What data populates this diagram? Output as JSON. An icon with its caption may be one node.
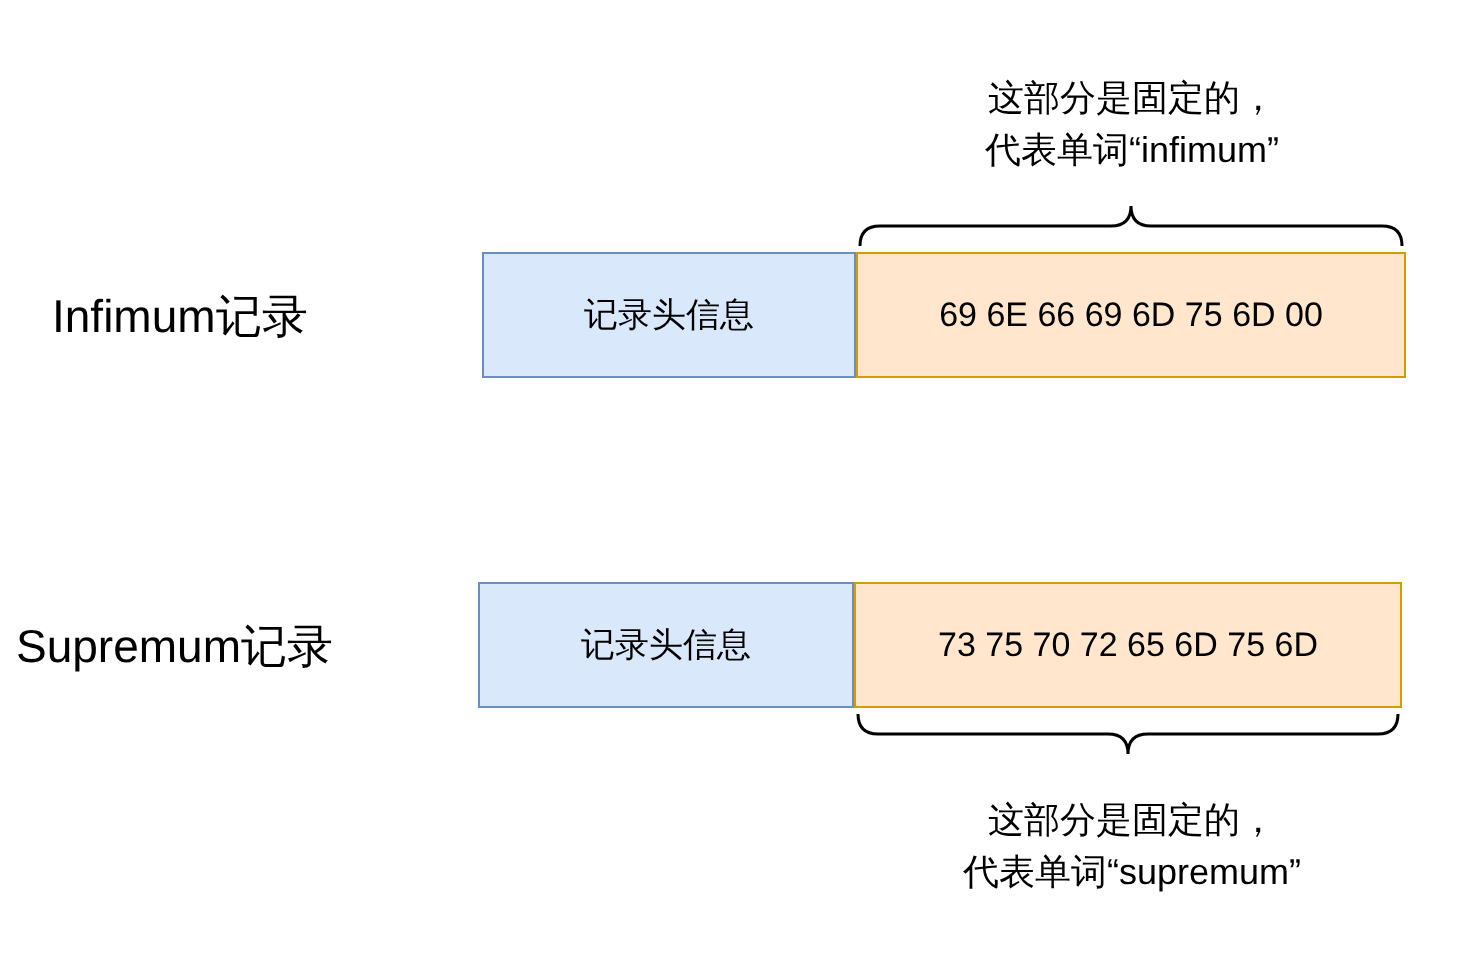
{
  "diagram": {
    "nodes": [
      {
        "text": [
          "记录头信息"
        ]
      },
      {
        "text": [
          "69 6E 66 69 6D 75 6D 00"
        ],
        "beside": [
          "这部分是固定的，代表单词“infimum”"
        ]
      },
      {
        "text": [
          "记录头信息"
        ]
      },
      {
        "text": [
          "73 75 70 72 65 6D 75 6D"
        ],
        "beside": [
          "这部分是固定的，代表单词“supremum”"
        ]
      }
    ],
    "labels": [
      "Infimum记录",
      "Supremum记录"
    ]
  }
}
